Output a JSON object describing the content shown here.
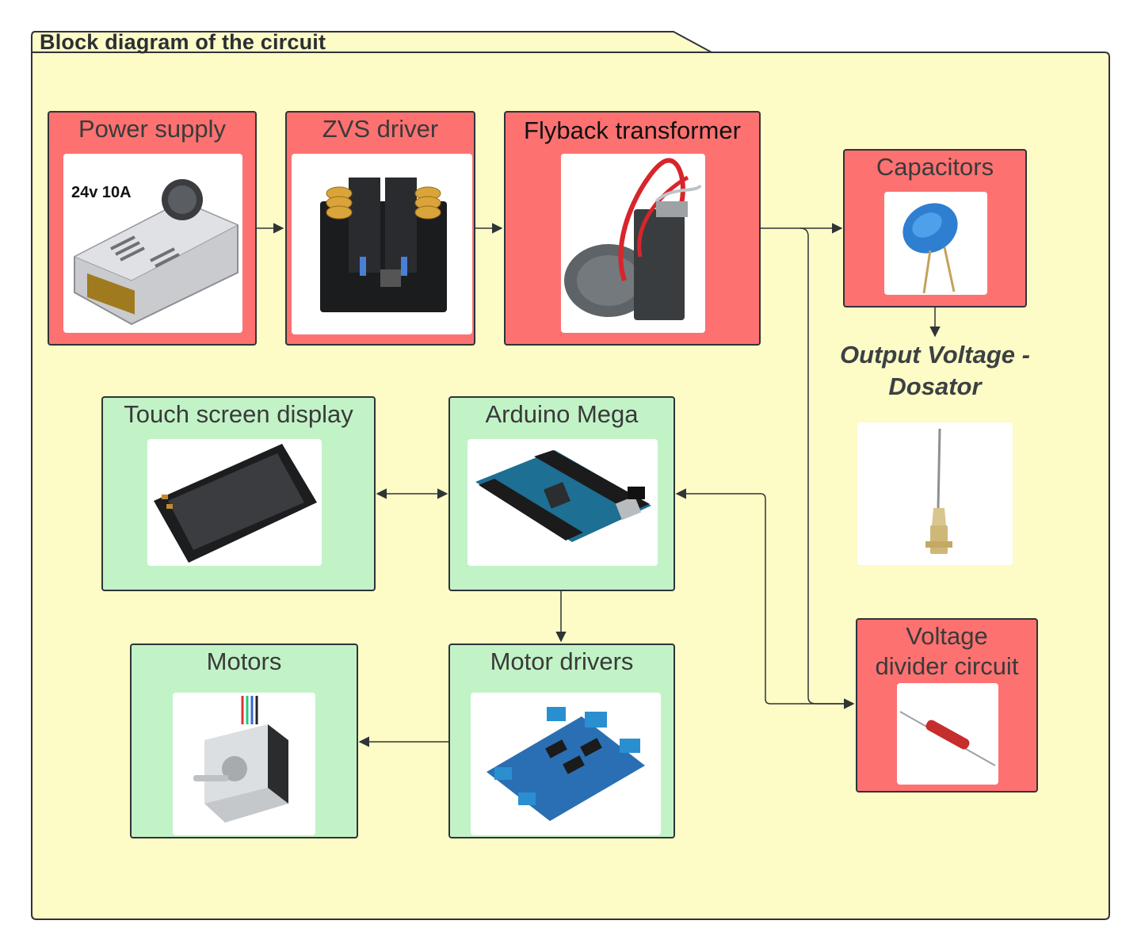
{
  "frame": {
    "title": "Block diagram of the circuit"
  },
  "colors": {
    "frame_fill": "#fdfbc6",
    "power_block": "#fe7171",
    "control_block": "#c2f3c7",
    "border": "#2f3437",
    "arrow": "#2f3437"
  },
  "blocks": {
    "power_supply": {
      "label": "Power supply",
      "photo": "power-supply-unit",
      "photo_text": "24v 10A"
    },
    "zvs_driver": {
      "label": "ZVS driver",
      "photo": "zvs-driver-board"
    },
    "flyback": {
      "label": "Flyback transformer",
      "photo": "flyback-transformer"
    },
    "capacitors": {
      "label": "Capacitors",
      "photo": "ceramic-capacitor"
    },
    "touch_screen": {
      "label": "Touch screen display",
      "photo": "tft-touch-display"
    },
    "arduino": {
      "label": "Arduino Mega",
      "photo": "arduino-mega-board"
    },
    "motor_drivers": {
      "label": "Motor drivers",
      "photo": "motor-driver-shield"
    },
    "motors": {
      "label": "Motors",
      "photo": "stepper-motor"
    },
    "voltage_divider": {
      "label": "Voltage divider circuit",
      "label_line1": "Voltage",
      "label_line2": "divider circuit",
      "photo": "high-voltage-resistor"
    }
  },
  "output": {
    "line1": "Output Voltage -",
    "line2": "Dosator",
    "photo": "dosing-needle"
  },
  "connections": [
    {
      "from": "Power supply",
      "to": "ZVS driver",
      "direction": "forward"
    },
    {
      "from": "ZVS driver",
      "to": "Flyback transformer",
      "direction": "forward"
    },
    {
      "from": "Flyback transformer",
      "to": "Capacitors",
      "direction": "forward"
    },
    {
      "from": "Flyback transformer",
      "to": "Voltage divider circuit",
      "direction": "forward"
    },
    {
      "from": "Capacitors",
      "to": "Output Voltage - Dosator",
      "direction": "forward"
    },
    {
      "from": "Arduino Mega",
      "to": "Touch screen display",
      "direction": "bidirectional"
    },
    {
      "from": "Arduino Mega",
      "to": "Voltage divider circuit",
      "direction": "bidirectional"
    },
    {
      "from": "Arduino Mega",
      "to": "Motor drivers",
      "direction": "forward"
    },
    {
      "from": "Motor drivers",
      "to": "Motors",
      "direction": "forward"
    }
  ]
}
